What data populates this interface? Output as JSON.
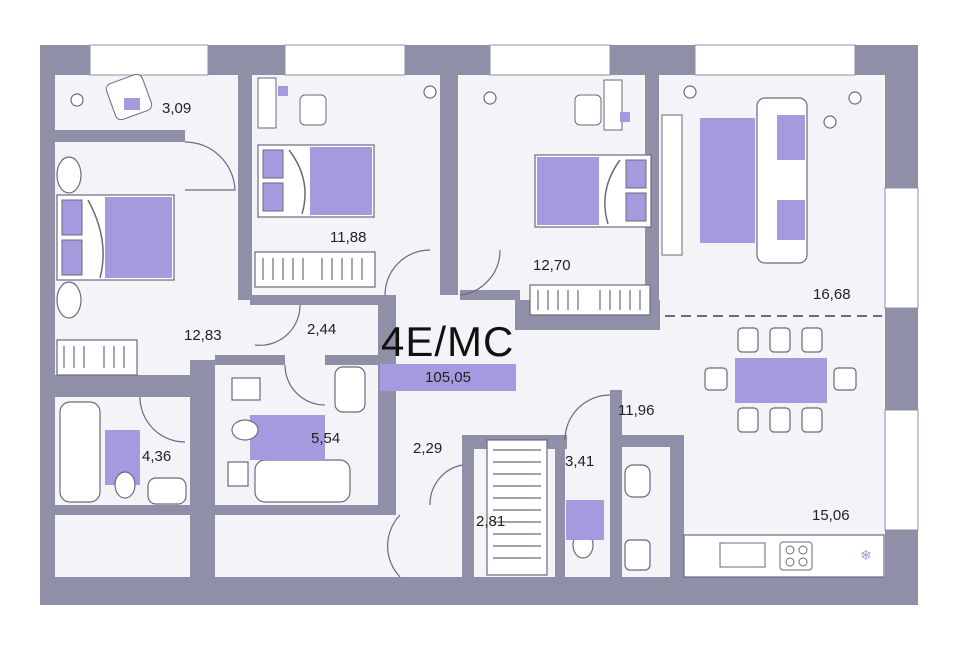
{
  "plan": {
    "code": "4Е/МС",
    "total_area": "105,05",
    "colors": {
      "wall": "#908fa8",
      "floor": "#f4f3f8",
      "accent": "#a49add",
      "line": "#6b6a7d"
    },
    "rooms": [
      {
        "name": "area-3-09",
        "area": "3,09"
      },
      {
        "name": "area-11-88",
        "area": "11,88"
      },
      {
        "name": "area-12-70",
        "area": "12,70"
      },
      {
        "name": "area-16-68",
        "area": "16,68"
      },
      {
        "name": "area-12-83",
        "area": "12,83"
      },
      {
        "name": "area-2-44",
        "area": "2,44"
      },
      {
        "name": "area-11-96",
        "area": "11,96"
      },
      {
        "name": "area-4-36",
        "area": "4,36"
      },
      {
        "name": "area-5-54",
        "area": "5,54"
      },
      {
        "name": "area-2-29",
        "area": "2,29"
      },
      {
        "name": "area-3-41",
        "area": "3,41"
      },
      {
        "name": "area-2-81",
        "area": "2,81"
      },
      {
        "name": "area-15-06",
        "area": "15,06"
      }
    ]
  }
}
